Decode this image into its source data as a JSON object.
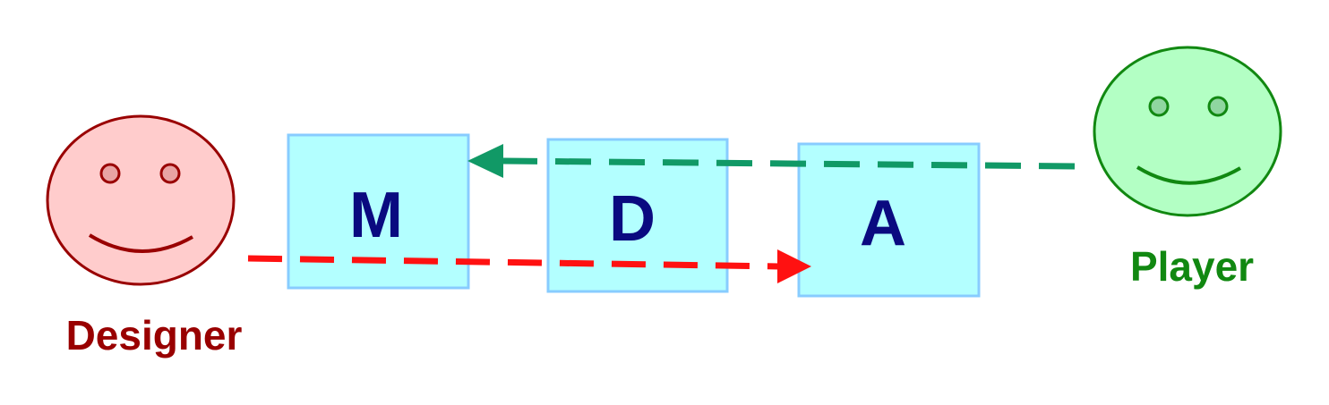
{
  "boxes": {
    "m": {
      "label": "M"
    },
    "d": {
      "label": "D"
    },
    "a": {
      "label": "A"
    }
  },
  "actors": {
    "designer": {
      "label": "Designer"
    },
    "player": {
      "label": "Player"
    }
  },
  "colors": {
    "box_fill": "#b3ffff",
    "box_stroke": "#88ccff",
    "box_letter": "#0a0a80",
    "designer_fill": "#ffcccc",
    "designer_stroke": "#990000",
    "designer_label": "#990000",
    "player_fill": "#b3ffc4",
    "player_stroke": "#118811",
    "player_label": "#118811",
    "designer_arrow": "#ff1111",
    "player_arrow": "#119966"
  },
  "icons": {
    "designer_face": "smiley-face-icon",
    "player_face": "smiley-face-icon"
  }
}
